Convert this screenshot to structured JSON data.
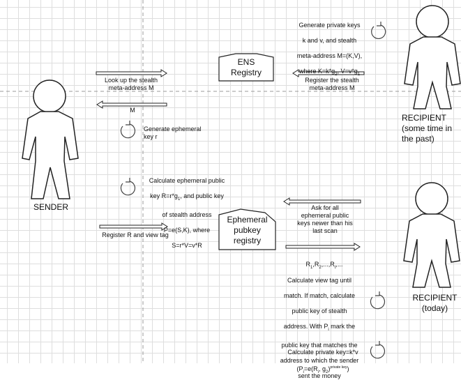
{
  "actors": {
    "sender": "SENDER",
    "recipient_past": "RECIPIENT\n(some time in\nthe past)",
    "recipient_today": "RECIPIENT\n(today)"
  },
  "boxes": {
    "ens_registry": "ENS\nRegistry",
    "ephemeral_registry": "Ephemeral\npubkey\nregistry"
  },
  "labels": {
    "lookup": "Look up the stealth\nmeta-address M",
    "m_return": "M",
    "gen_ephemeral": "Generate ephemeral\nkey r",
    "register_meta": "Register the stealth\nmeta-address M",
    "register_r": "Register R and view tag",
    "ask_all": "Ask for all\nephemeral public\nkeys newer than his\nlast scan"
  },
  "rich_labels": {
    "gen_private_keys": [
      "Generate private keys",
      "k and v, and stealth",
      "meta-address M=(K,V),",
      "where K=k*g",
      "2",
      ", V=v*g",
      "1"
    ],
    "calc_ephemeral": [
      "Calculate ephemeral public",
      "key R=r*g",
      "1",
      ", and public key",
      "of stealth address",
      "P=e(S,K), where",
      "S=r*V=v*R"
    ],
    "r_list": [
      "R",
      "1",
      ",R",
      "2",
      ",...,R",
      "t",
      ",..."
    ],
    "calc_view_tag": [
      "Calculate view tag until",
      "match. If match, calculate",
      "public key of stealth",
      "address. With P",
      "i",
      " mark the",
      "public key that matches the",
      "address to which the sender",
      "sent the money"
    ],
    "calc_private": [
      "Calculate private key=k*v",
      "(P",
      "i",
      "=e(R",
      "i",
      ", g",
      "2",
      ")",
      "private key",
      ")"
    ]
  }
}
